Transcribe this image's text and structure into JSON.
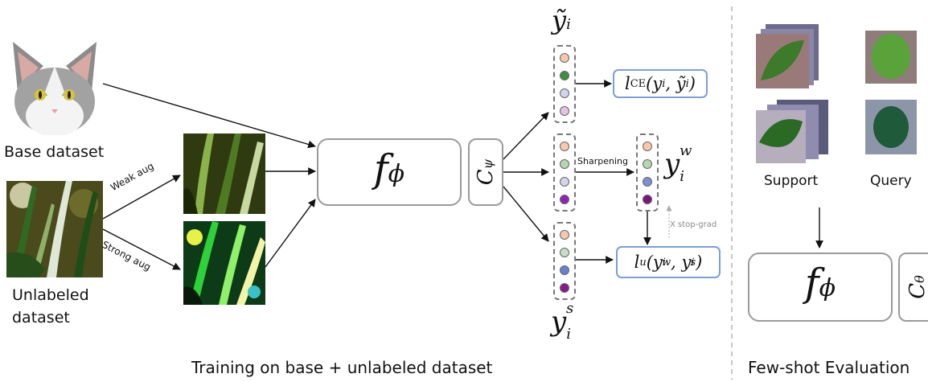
{
  "labels": {
    "base_dataset": "Base dataset",
    "unlabeled_line1": "Unlabeled",
    "unlabeled_line2": "dataset",
    "weak_aug": "Weak aug",
    "strong_aug": "Strong aug",
    "sharpening": "Sharpening",
    "stop_grad": "X stop-grad",
    "support": "Support",
    "query": "Query"
  },
  "math": {
    "f_phi": "fϕ",
    "c_psi": "Cψ",
    "c_theta": "Cθ",
    "y_tilde": "ỹi",
    "y_w": "yiw",
    "y_s": "yis",
    "loss_ce": "lCE(yi, ỹi)",
    "loss_u": "lu(yiw, yis)"
  },
  "titles": {
    "training": "Training on base + unlabeled dataset",
    "evaluation": "Few-shot Evaluation"
  },
  "vectors": {
    "y_tilde": [
      "#f7c8ac",
      "#3f8f3f",
      "#d2d4ea",
      "#e2c4e2"
    ],
    "y_weak": [
      "#f7c8ac",
      "#b4d7b2",
      "#d2d4ea",
      "#8e22b8"
    ],
    "y_weak_sharp": [
      "#f7c8ac",
      "#b4d7b2",
      "#7e8fd1",
      "#7a157a"
    ],
    "y_strong": [
      "#f7c8ac",
      "#c8dcc8",
      "#6a7fcf",
      "#8a1a8a"
    ]
  },
  "colors": {
    "box_border": "#9a9a9a",
    "loss_border": "#7d9fd2",
    "divider": "#aaaaaa"
  }
}
